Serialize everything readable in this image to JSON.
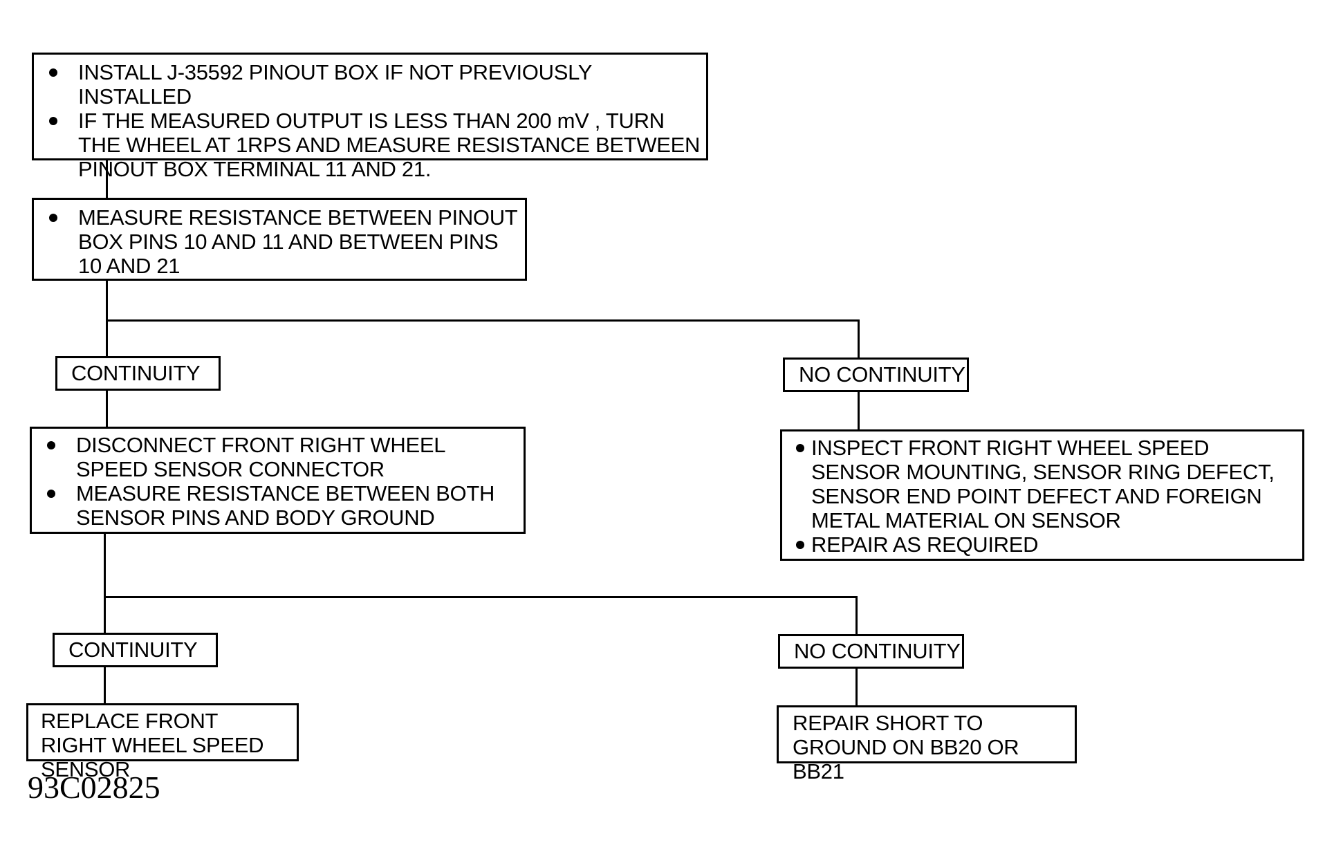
{
  "flowchart": {
    "step1": {
      "items": [
        "INSTALL J-35592 PINOUT BOX IF NOT PREVIOUSLY INSTALLED",
        "IF THE MEASURED OUTPUT IS LESS THAN 200 mV      , TURN THE WHEEL AT 1RPS AND MEASURE RESISTANCE BETWEEN PINOUT BOX TERMINAL 11 AND 21."
      ]
    },
    "step2": {
      "items": [
        "MEASURE RESISTANCE BETWEEN PINOUT BOX PINS 10 AND 11 AND BETWEEN PINS 10 AND 21"
      ]
    },
    "branch1": {
      "yes_label": "CONTINUITY",
      "no_label": "NO CONTINUITY"
    },
    "step3_yes": {
      "items": [
        "DISCONNECT FRONT RIGHT WHEEL SPEED SENSOR CONNECTOR",
        "MEASURE RESISTANCE BETWEEN BOTH SENSOR PINS AND BODY GROUND"
      ]
    },
    "step3_no": {
      "items": [
        "INSPECT FRONT RIGHT WHEEL SPEED SENSOR MOUNTING, SENSOR RING DEFECT, SENSOR END POINT DEFECT AND FOREIGN METAL MATERIAL ON SENSOR",
        "REPAIR AS REQUIRED"
      ]
    },
    "branch2": {
      "yes_label": "CONTINUITY",
      "no_label": "NO CONTINUITY"
    },
    "result_yes": {
      "text": "REPLACE FRONT RIGHT WHEEL SPEED SENSOR"
    },
    "result_no": {
      "text": "REPAIR SHORT TO GROUND ON BB20 OR BB21"
    }
  },
  "figure_code": "93C02825"
}
